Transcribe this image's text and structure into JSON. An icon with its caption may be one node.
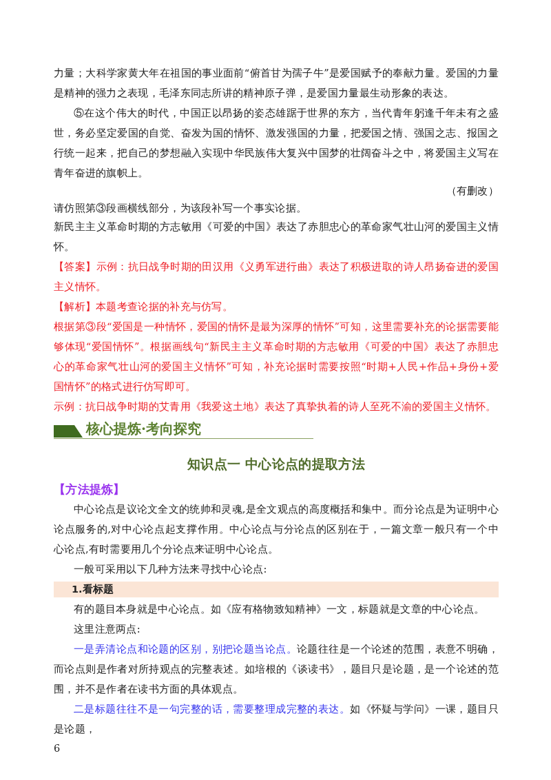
{
  "diagram": {
    "nodes": [
      {
        "text": [
          "核心提炼·考向探究"
        ]
      },
      {
        "text": [
          "1.看标题"
        ]
      }
    ],
    "labels": [
      "力量；大科学家黄大年在祖国的事业面前“俯首甘为孺子牛”是爱国赋予的奉献力量。爱国的力量是精神的强力之表现，毛泽东同志所讲的精神原子弹，是爱国力量最生动形象的表达。",
      "⑤在这个伟大的时代，中国正以昂扬的姿态雄踞于世界的东方，当代青年躬逢千年未有之盛世，务必坚定爱国的自觉、奋发为国的情怀、激发强国的力量，把爱国之情、强国之志、报国之行统一起来，把自己的梦想融入实现中华民族伟大复兴中国梦的壮阔奋斗之中，将爱国主义写在青年奋进的旗帜上。",
      "（有删改）",
      "请仿照第③段画横线部分，为该段补写一个事实论据。",
      "新民主主义革命时期的方志敏用《可爱的中国》表达了赤胆忠心的革命家气壮山河的爱国主义情怀。",
      "【答案】示例：抗日战争时期的田汉用《义勇军进行曲》表达了积极进取的诗人昂扬奋进的爱国主义情怀。",
      "【解析】本题考查论据的补充与仿写。",
      "根据第③段“爱国是一种情怀，爱国的情怀是最为深厚的情怀”可知，这里需要补充的论据需要能够体现“爱国情怀”。根据画线句“新民主主义革命时期的方志敏用《可爱的中国》表达了赤胆忠心的革命家气壮山河的爱国主义情怀”可知，补充论据时需要按照“时期+人民+作品+身份+爱国情怀”的格式进行仿写即可。",
      "示例：抗日战争时期的艾青用《我爱这土地》表达了真挚执着的诗人至死不渝的爱国主义情怀。",
      "知识点一  中心论点的提取方法",
      "【方法提炼】",
      "中心论点是议论文全文的统帅和灵魂,是全文观点的高度概括和集中。而分论点是为证明中心论点服务的,对中心论点起支撑作用。中心论点与分论点的区别在于，一篇文章一般只有一个中心论点,有时需要用几个分论点来证明中心论点。",
      "一般可采用以下几种方法来寻找中心论点:",
      "有的题目本身就是中心论点。如《应有格物致知精神》一文，标题就是文章的中心论点。",
      "这里注意两点:",
      "一是弄清论点和论题的区别，别把论题当论点。",
      "论题往往是一个论述的范围，表意不明确，而论点则是作者对所持观点的完整表述。如培根的《谈读书》，题目只是论题，是一个论述的范围，并不是作者在读书方面的具体观点。",
      "二是标题往往不是一句完整的话，需要整理成完整的表达。",
      "如《怀疑与学问》一课，题目只是论题，",
      "6"
    ]
  }
}
